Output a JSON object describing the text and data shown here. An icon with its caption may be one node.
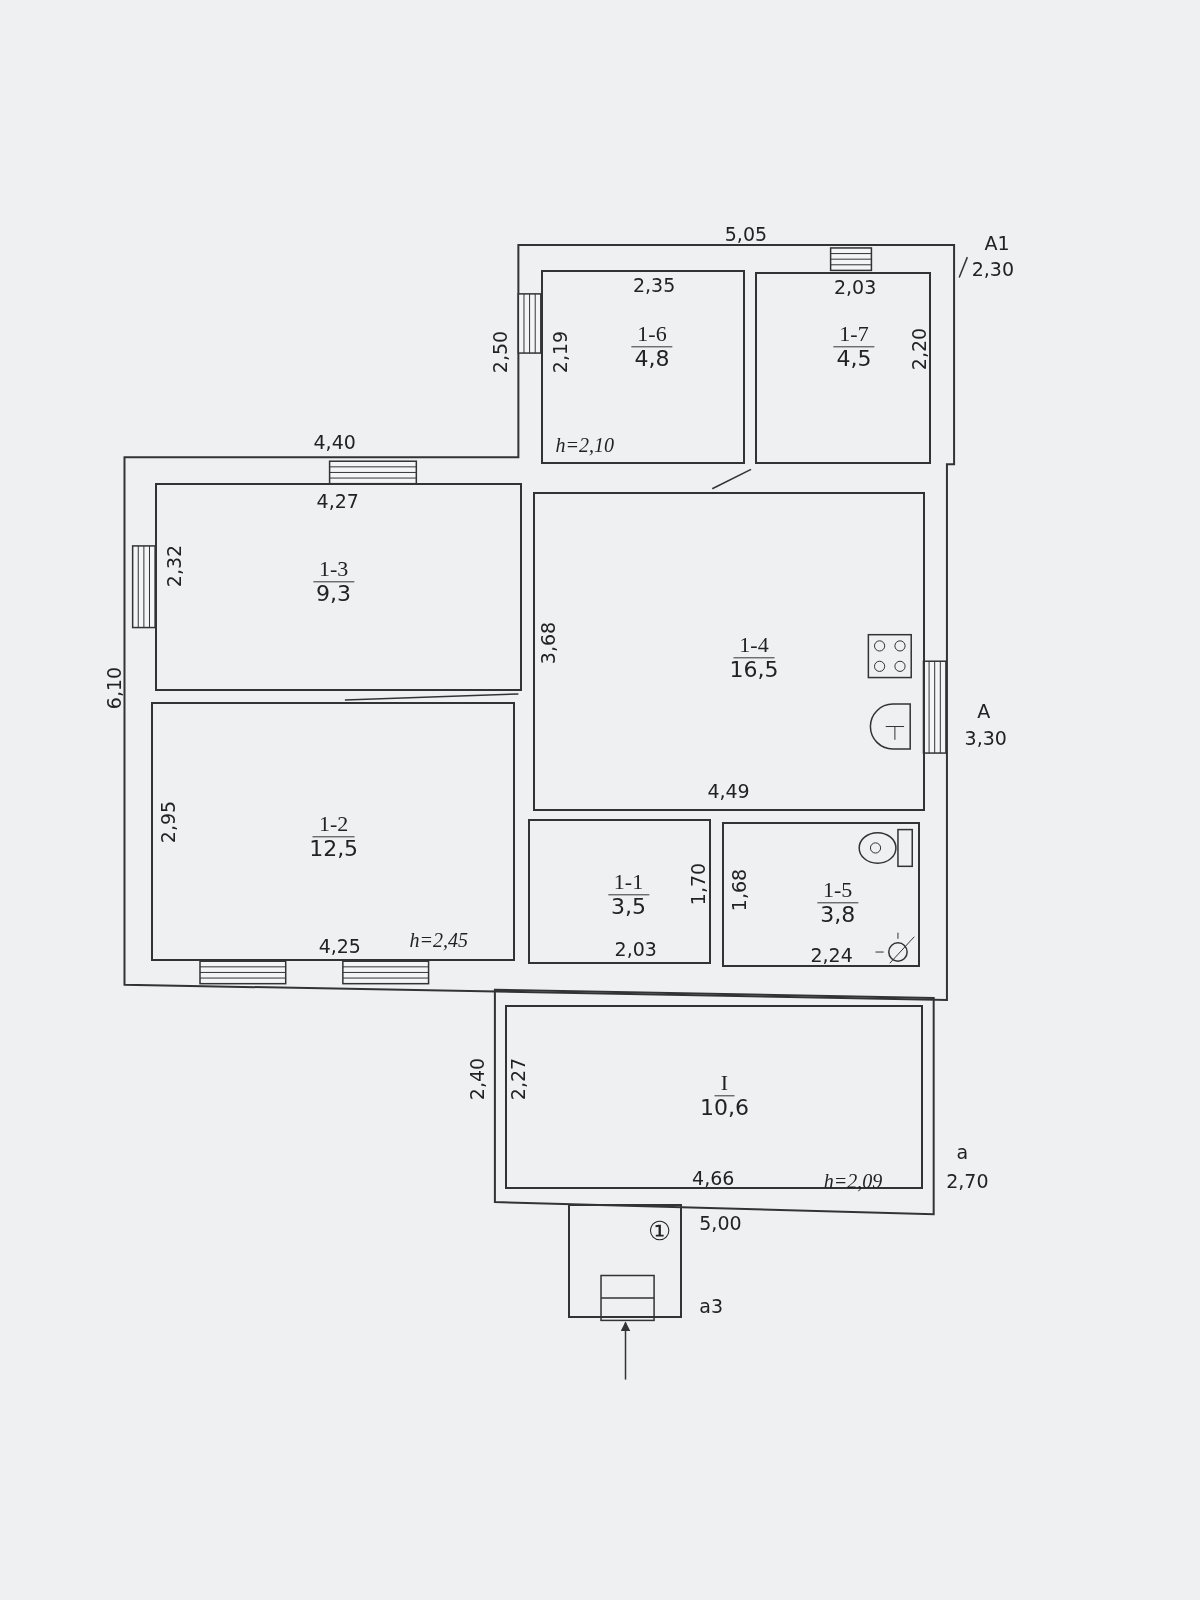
{
  "diagram": {
    "nodes": [
      {
        "text": [
          "1-6",
          "4,8"
        ]
      },
      {
        "text": [
          "1-7",
          "4,5"
        ]
      },
      {
        "text": [
          "1-3",
          "9,3"
        ]
      },
      {
        "text": [
          "1-4",
          "16,5"
        ],
        "beside": [
          "A",
          "3,30"
        ]
      },
      {
        "text": [
          "1-2",
          "12,5"
        ]
      },
      {
        "text": [
          "1-1",
          "3,5"
        ]
      },
      {
        "text": [
          "1-5",
          "3,8"
        ]
      },
      {
        "text": [
          "I",
          "10,6"
        ],
        "beside": [
          "a",
          "2,70"
        ]
      },
      {
        "text": [],
        "shape": "box",
        "beside": [
          "a3"
        ]
      }
    ],
    "labels": [
      "5,05",
      "A1",
      "2,30",
      "2,35",
      "2,03",
      "2,50",
      "2,19",
      "2,20",
      "4,40",
      "h=2,10",
      "4,27",
      "2,32",
      "6,10",
      "3,68",
      "4,49",
      "2,95",
      "1,70",
      "1,68",
      "4,25",
      "h=2,45",
      "2,03",
      "2,24",
      "2,40",
      "2,27",
      "4,66",
      "h=2,09",
      "①",
      "5,00"
    ]
  }
}
